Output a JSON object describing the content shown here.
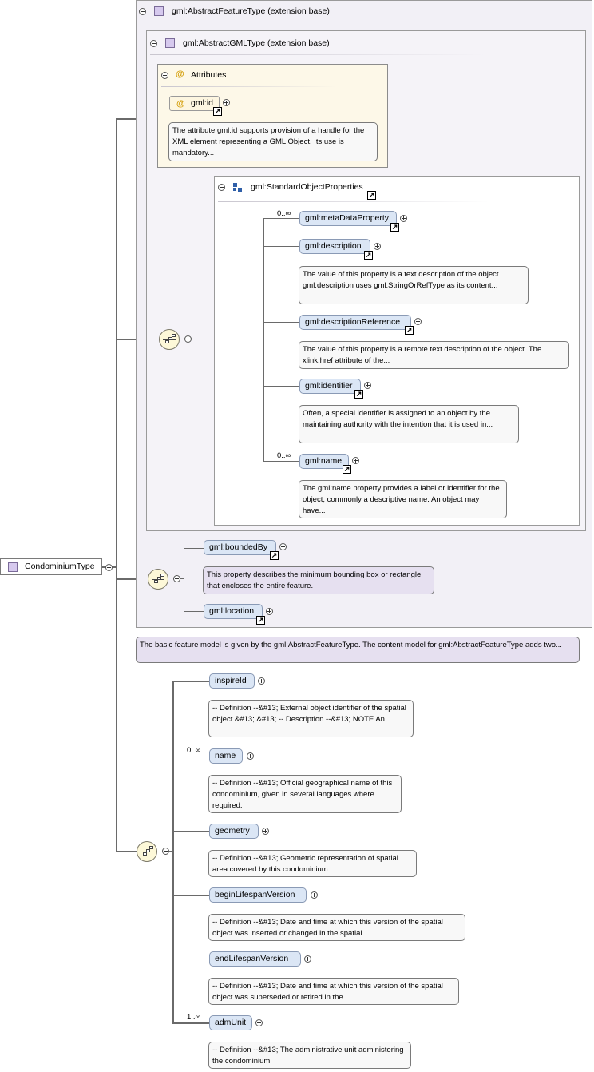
{
  "root": {
    "label": "CondominiumType"
  },
  "feature_panel": {
    "title": "gml:AbstractFeatureType (extension base)"
  },
  "gml_panel": {
    "title": "gml:AbstractGMLType (extension base)"
  },
  "attributes": {
    "title": "Attributes",
    "gml_id": {
      "label": "gml:id",
      "doc": "The attribute gml:id supports provision of a handle for the XML element representing a GML Object. Its use is mandatory..."
    }
  },
  "std_props": {
    "title": "gml:StandardObjectProperties",
    "items": [
      {
        "label": "gml:metaDataProperty",
        "card": "0..∞",
        "doc": ""
      },
      {
        "label": "gml:description",
        "card": "",
        "doc": "The value of this property is a text description of the object. gml:description uses gml:StringOrRefType as its content..."
      },
      {
        "label": "gml:descriptionReference",
        "card": "",
        "doc": "The value of this property is a remote text description of the object. The xlink:href attribute of the..."
      },
      {
        "label": "gml:identifier",
        "card": "",
        "doc": "Often, a special identifier is assigned to an object by the maintaining authority with the intention that it is used in..."
      },
      {
        "label": "gml:name",
        "card": "0..∞",
        "doc": "The gml:name property provides a label or identifier for the object, commonly a descriptive name. An object may have..."
      }
    ]
  },
  "feature_items": [
    {
      "label": "gml:boundedBy",
      "doc": "This property describes the minimum bounding box or rectangle that encloses the entire feature."
    },
    {
      "label": "gml:location",
      "doc": ""
    }
  ],
  "feature_doc": "The basic feature model is given by the gml:AbstractFeatureType. The content model for gml:AbstractFeatureType adds two...",
  "condo_items": [
    {
      "label": "inspireId",
      "card": "",
      "doc": "-- Definition --&#13; External object identifier of the spatial object.&#13; &#13; -- Description --&#13; NOTE An..."
    },
    {
      "label": "name",
      "card": "0..∞",
      "doc": "-- Definition --&#13; Official geographical name of this condominium, given in several languages where required."
    },
    {
      "label": "geometry",
      "card": "",
      "doc": "-- Definition --&#13; Geometric representation of spatial area covered by this condominium"
    },
    {
      "label": "beginLifespanVersion",
      "card": "",
      "doc": "-- Definition --&#13; Date and time at which this version of the spatial object was inserted or changed in the spatial..."
    },
    {
      "label": "endLifespanVersion",
      "card": "",
      "doc": "-- Definition --&#13; Date and time at which this version of the spatial object was superseded or retired in the..."
    },
    {
      "label": "admUnit",
      "card": "1..∞",
      "doc": "-- Definition --&#13; The administrative unit administering the condominium"
    }
  ],
  "link_glyph": "↗"
}
